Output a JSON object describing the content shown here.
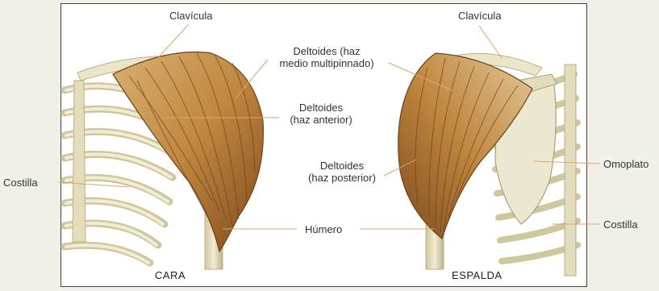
{
  "front_view": {
    "caption": "CARA",
    "labels": {
      "clavicle": "Clavícula",
      "deltoid_middle_line1": "Deltoides (haz",
      "deltoid_middle_line2": "medio multipinnado)",
      "deltoid_anterior_line1": "Deltoides",
      "deltoid_anterior_line2": "(haz anterior)",
      "rib": "Costilla"
    }
  },
  "back_view": {
    "caption": "ESPALDA",
    "labels": {
      "clavicle": "Clavícula",
      "deltoid_posterior_line1": "Deltoides",
      "deltoid_posterior_line2": "(haz posterior)",
      "humerus": "Húmero",
      "scapula": "Omoplato",
      "rib": "Costilla"
    }
  },
  "colors": {
    "bone": "#e9e4c5",
    "bone_shadow": "#b9b088",
    "muscle": "#c0873f",
    "muscle_dark": "#8a5424",
    "leader_line": "#e0a46a",
    "background": "#ffffff"
  }
}
